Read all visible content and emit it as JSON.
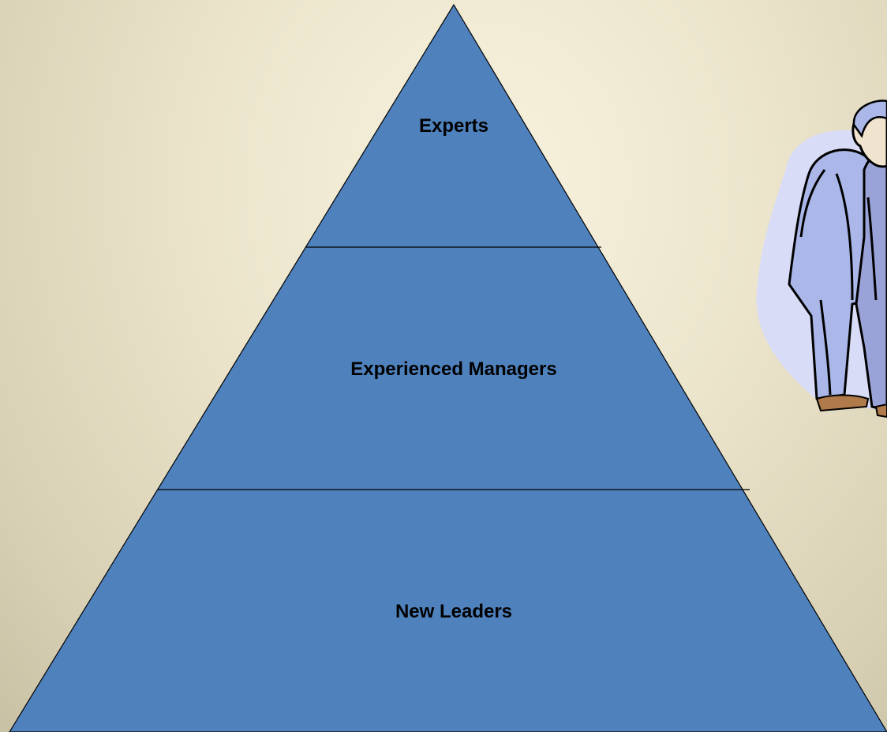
{
  "pyramid": {
    "fill": "#4f81bd",
    "outline": "#000000",
    "tiers": [
      {
        "label": "Experts"
      },
      {
        "label": "Experienced Managers"
      },
      {
        "label": "New Leaders"
      }
    ]
  },
  "clipart": {
    "icon": "business-people-icon",
    "suit_color": "#aab7e8",
    "shadow_color": "#d9dcf7"
  }
}
